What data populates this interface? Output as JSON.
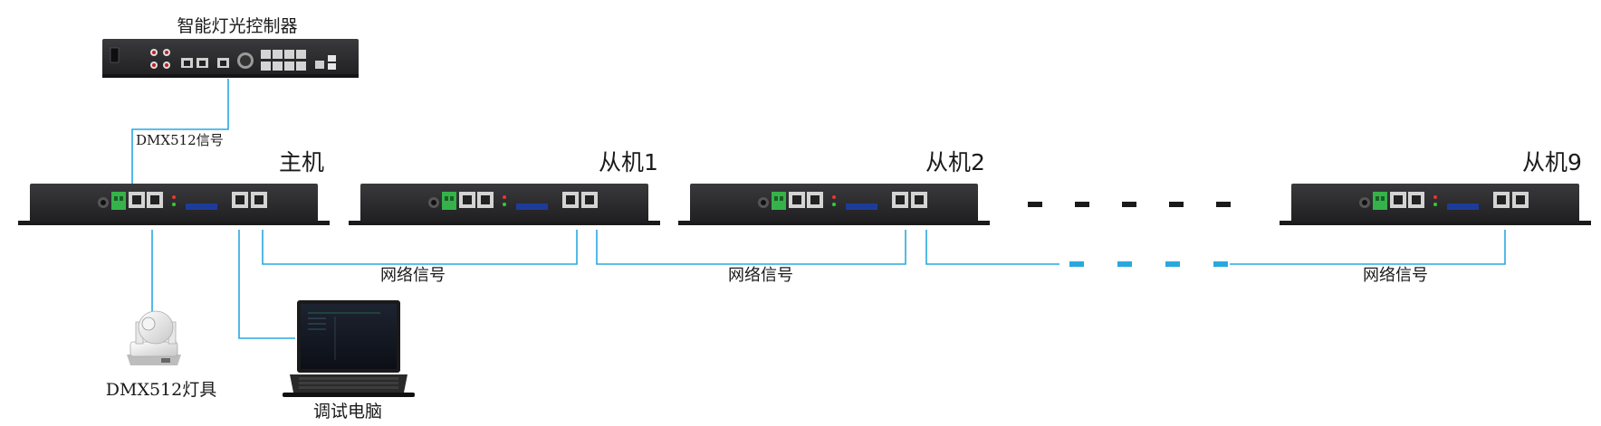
{
  "controller": {
    "title": "智能灯光控制器"
  },
  "links": {
    "dmx_signal": "DMX512信号",
    "network_signal": "网络信号"
  },
  "devices": {
    "master": "主机",
    "slave1": "从机1",
    "slave2": "从机2",
    "slave9": "从机9"
  },
  "endpoints": {
    "fixture": "DMX512灯具",
    "pc": "调试电脑"
  },
  "colors": {
    "wire": "#29a8e0",
    "box": "#2b2b2d",
    "terminal": "#35b34a",
    "ellipsis": "#1a1a1a"
  }
}
